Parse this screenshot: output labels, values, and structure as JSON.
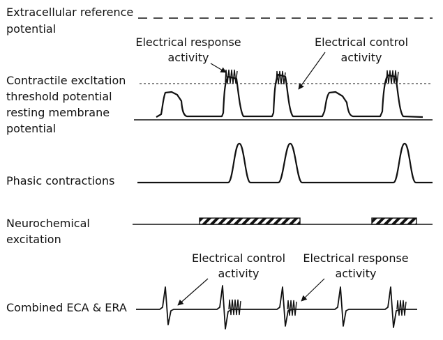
{
  "left_labels": {
    "extracellular_line1": "Extracellular reference",
    "extracellular_line2": "potential",
    "threshold_line1": "Contractile excltation",
    "threshold_line2": "threshold potential",
    "resting_line1": "resting membrane",
    "resting_line2": "potential",
    "phasic": "Phasic contractions",
    "neuro_line1": "Neurochemical",
    "neuro_line2": "excitation",
    "combined": "Combined ECA & ERA"
  },
  "callouts": {
    "top_era_line1": "Electrical response",
    "top_era_line2": "activity",
    "top_eca_line1": "Electrical control",
    "top_eca_line2": "activity",
    "bottom_eca_line1": "Electrical control",
    "bottom_eca_line2": "activity",
    "bottom_era_line1": "Electrical response",
    "bottom_era_line2": "activity"
  },
  "colors": {
    "ink": "#111111",
    "background": "#ffffff"
  }
}
